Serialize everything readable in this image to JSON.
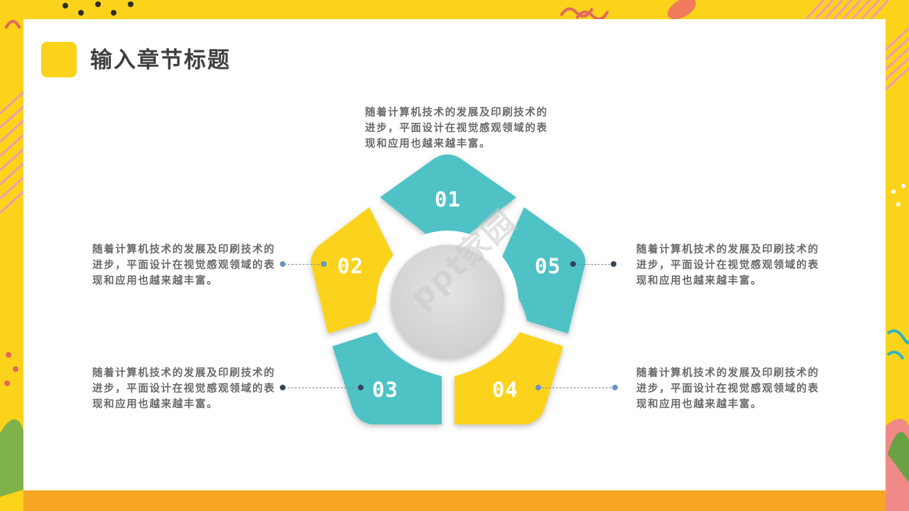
{
  "header": {
    "title": "输入章节标题"
  },
  "segments": [
    {
      "label": "01",
      "text": "随着计算机技术的发展及印刷技术的进步，平面设计在视觉感观领域的表现和应用也越来越丰富。"
    },
    {
      "label": "02",
      "text": "随着计算机技术的发展及印刷技术的进步，平面设计在视觉感观领域的表现和应用也越来越丰富。"
    },
    {
      "label": "03",
      "text": "随着计算机技术的发展及印刷技术的进步，平面设计在视觉感观领域的表现和应用也越来越丰富。"
    },
    {
      "label": "04",
      "text": "随着计算机技术的发展及印刷技术的进步，平面设计在视觉感观领域的表现和应用也越来越丰富。"
    },
    {
      "label": "05",
      "text": "随着计算机技术的发展及印刷技术的进步，平面设计在视觉感观领域的表现和应用也越来越丰富。"
    }
  ],
  "colors": {
    "yellow": "#fbd31b",
    "teal": "#4fc2c6",
    "text": "#6a6a6a",
    "center": "#d9d9d9"
  },
  "watermark": "ppt家园"
}
